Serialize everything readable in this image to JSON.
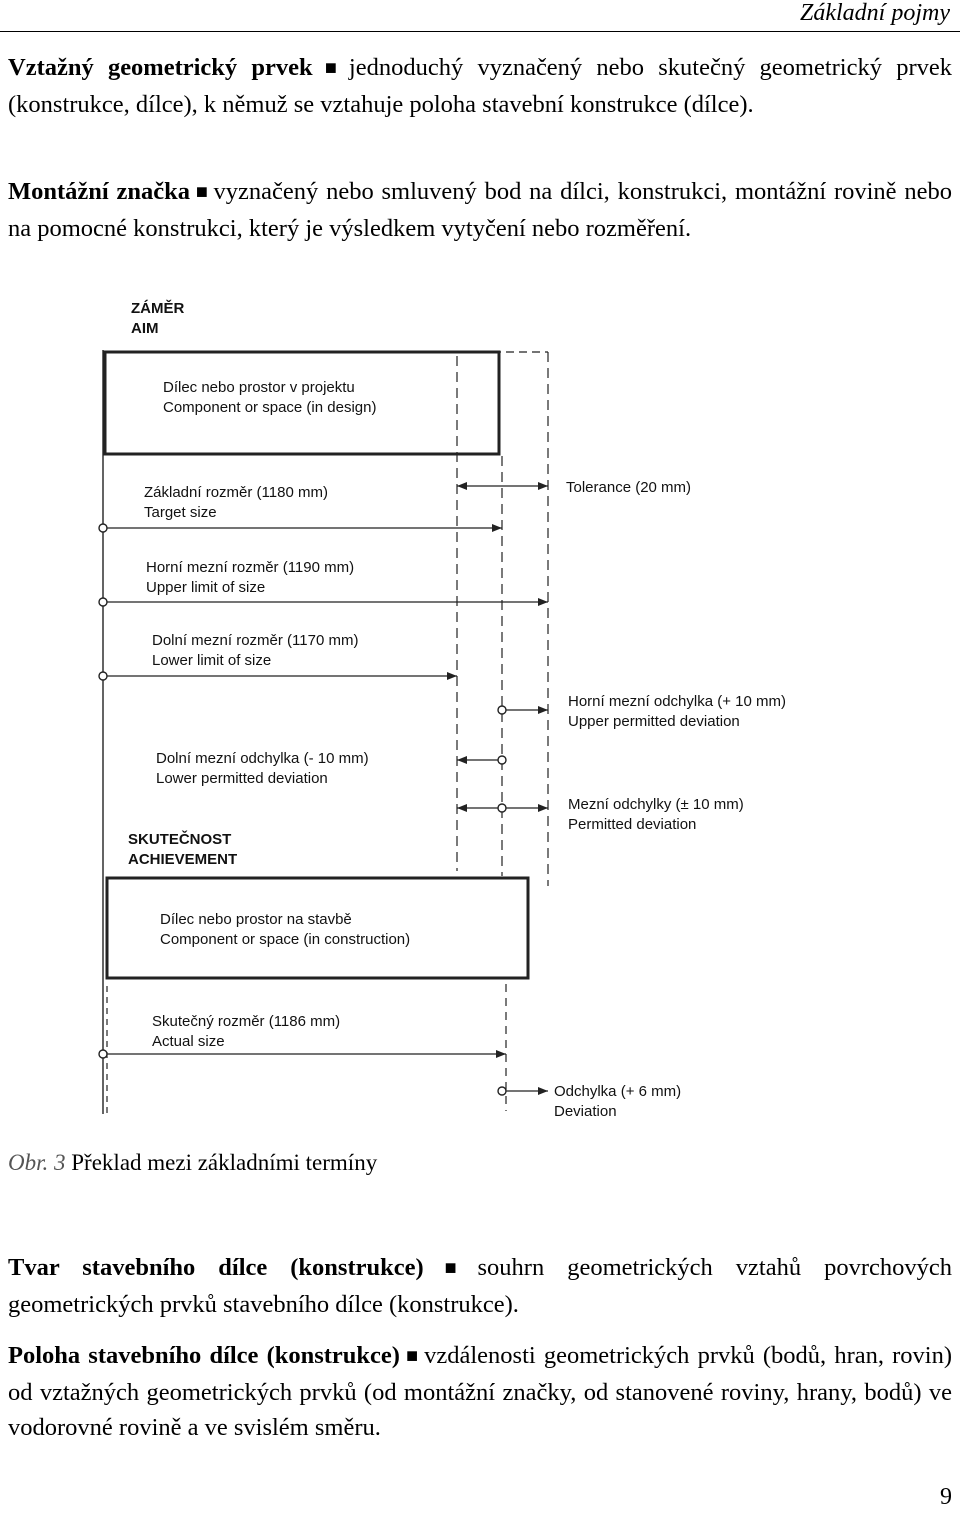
{
  "header": {
    "title": "Základní pojmy"
  },
  "paragraphs": {
    "p1": {
      "term": "Vztažný geometrický prvek",
      "sep": "■",
      "text": "jednoduchý vyznačený nebo skutečný geometrický prvek (konstrukce, dílce), k němuž se vztahuje poloha stavební konstrukce (dílce)."
    },
    "p2": {
      "term": "Montážní značka",
      "sep": "■",
      "text": "vyznačený nebo smluvený bod na dílci, konstrukci, montážní rovině nebo na pomocné konstrukci, který je výsledkem vytyčení nebo rozměření."
    },
    "p3": {
      "term": "Tvar stavebního dílce (konstrukce)",
      "sep": "■",
      "text": "souhrn geometrických vztahů povrchových geometrických prvků stavebního dílce (konstrukce)."
    },
    "p4": {
      "term": "Poloha stavebního dílce (konstrukce)",
      "sep": "■",
      "text": "vzdálenosti geometrických prvků (bodů, hran, rovin) od vztažných geometrických prvků (od montážní značky, od stanovené roviny, hrany, bodů) ve vodorovné rovině a ve svislém směru."
    }
  },
  "figure": {
    "aim": {
      "cz": "ZÁMĚR",
      "en": "AIM"
    },
    "design_component": {
      "cz": "Dílec nebo prostor  v projektu",
      "en": "Component or space (in design)"
    },
    "target_size": {
      "cz": "Základní rozměr (1180 mm)",
      "en": "Target size"
    },
    "tolerance": "Tolerance (20 mm)",
    "upper_limit": {
      "cz": "Horní mezní rozměr (1190 mm)",
      "en": "Upper limit of size"
    },
    "lower_limit": {
      "cz": "Dolní mezní rozměr (1170 mm)",
      "en": "Lower limit of size"
    },
    "upper_dev": {
      "cz": "Horní mezní odchylka (+ 10 mm)",
      "en": "Upper permitted deviation"
    },
    "lower_dev": {
      "cz": "Dolní mezní odchylka (- 10 mm)",
      "en": "Lower permitted deviation"
    },
    "permitted_dev": {
      "cz": "Mezní odchylky (± 10 mm)",
      "en": "Permitted deviation"
    },
    "achievement": {
      "cz": "SKUTEČNOST",
      "en": "ACHIEVEMENT"
    },
    "construction_component": {
      "cz": "Dílec nebo prostor na stavbě",
      "en": "Component or space  (in construction)"
    },
    "actual_size": {
      "cz": "Skutečný rozměr (1186 mm)",
      "en": "Actual size"
    },
    "deviation": {
      "cz": "Odchylka (+ 6 mm)",
      "en": "Deviation"
    }
  },
  "caption": {
    "prefix": "Obr. 3",
    "text": "Překlad mezi základními termíny"
  },
  "page_number": "9"
}
